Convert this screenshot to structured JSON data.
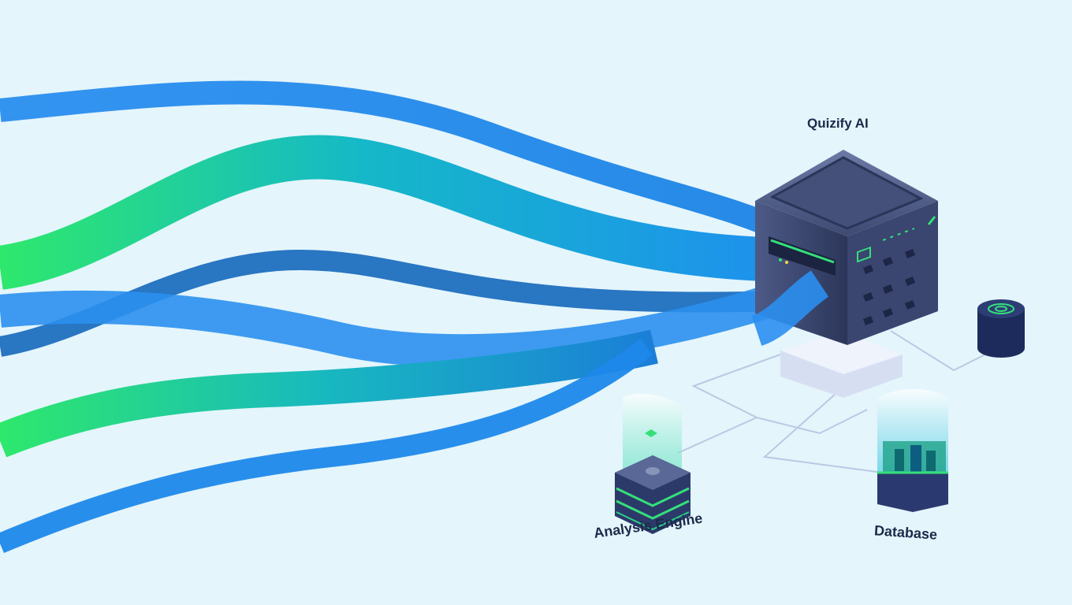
{
  "diagram": {
    "hub": {
      "label": "Quizify AI",
      "icon": "server-cube-icon"
    },
    "nodes": [
      {
        "id": "engine",
        "label": "Analysis Engine",
        "icon": "stacked-server-icon"
      },
      {
        "id": "database",
        "label": "Database",
        "icon": "glass-database-icon"
      },
      {
        "id": "storage",
        "label": "",
        "icon": "cylinder-storage-icon"
      }
    ],
    "edges": [
      {
        "from": "hub",
        "to": "engine"
      },
      {
        "from": "hub",
        "to": "database"
      },
      {
        "from": "hub",
        "to": "storage"
      }
    ]
  },
  "colors": {
    "background": "#e4f5fb",
    "stream_blue": "#1e8ef0",
    "stream_dark_blue": "#1f6fbf",
    "stream_green": "#2ee86c",
    "hub_body": "#4a5680",
    "accent_green": "#35e07a",
    "connector_line": "#b9c9e4"
  }
}
